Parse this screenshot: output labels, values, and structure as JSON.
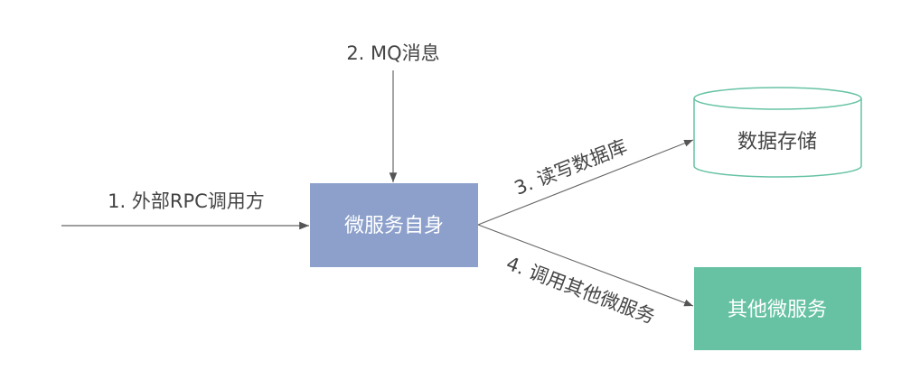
{
  "nodes": {
    "self": {
      "label": "微服务自身",
      "color": "#8CA0CB"
    },
    "storage": {
      "label": "数据存储",
      "color": "#66C2A5"
    },
    "other": {
      "label": "其他微服务",
      "color": "#66C2A5"
    }
  },
  "edges": {
    "rpc": "1. 外部RPC调用方",
    "mq": "2. MQ消息",
    "db": "3. 读写数据库",
    "call": "4. 调用其他微服务"
  },
  "colors": {
    "line": "#666666",
    "text": "#444444"
  }
}
